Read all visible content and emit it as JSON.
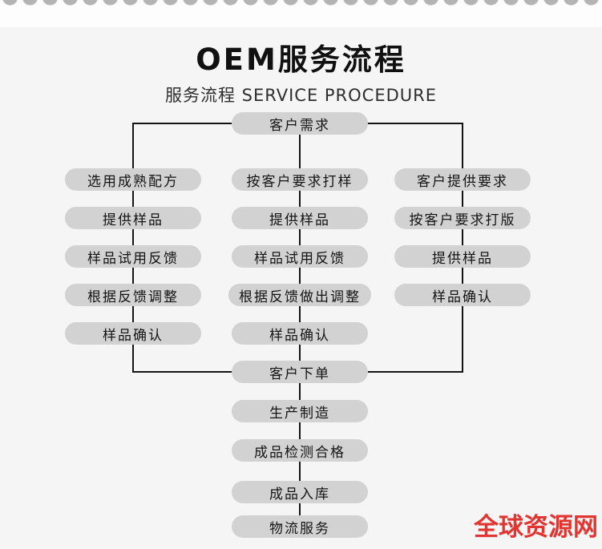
{
  "page": {
    "title": "OEM服务流程",
    "subtitle": "服务流程 SERVICE PROCEDURE",
    "watermark": "全球资源网"
  },
  "colors": {
    "background": "#f5f5f5",
    "box_fill": "#d2d2d2",
    "box_text": "#141414",
    "connector_line": "#141414",
    "scallop_edge": "#b4b4b4",
    "watermark_red": "#e23430"
  },
  "flowchart": {
    "start": {
      "label": "客户需求"
    },
    "columns": [
      {
        "name": "existing-formula-path",
        "steps": [
          "选用成熟配方",
          "提供样品",
          "样品试用反馈",
          "根据反馈调整",
          "样品确认"
        ]
      },
      {
        "name": "custom-sample-path",
        "steps": [
          "按客户要求打样",
          "提供样品",
          "样品试用反馈",
          "根据反馈做出调整",
          "样品确认"
        ]
      },
      {
        "name": "customer-requirements-path",
        "steps": [
          "客户提供要求",
          "按客户要求打版",
          "提供样品",
          "样品确认"
        ]
      }
    ],
    "final_steps": [
      "客户下单",
      "生产制造",
      "成品检测合格",
      "成品入库",
      "物流服务"
    ]
  }
}
